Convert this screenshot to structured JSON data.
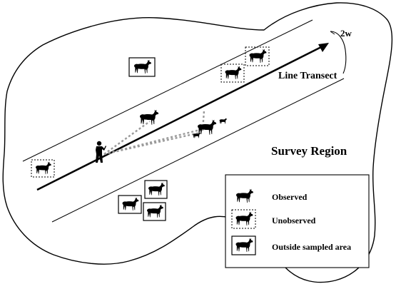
{
  "labels": {
    "half_width": "2w",
    "line_transect": "Line Transect",
    "survey_region": "Survey Region"
  },
  "legend": {
    "observed": "Observed",
    "unobserved": "Unobserved",
    "outside": "Outside sampled area"
  },
  "colors": {
    "ink": "#000000",
    "sight_line": "#9a9a9a",
    "background": "#ffffff"
  },
  "icons": {
    "animal": "deer-icon",
    "observer": "observer-icon"
  }
}
